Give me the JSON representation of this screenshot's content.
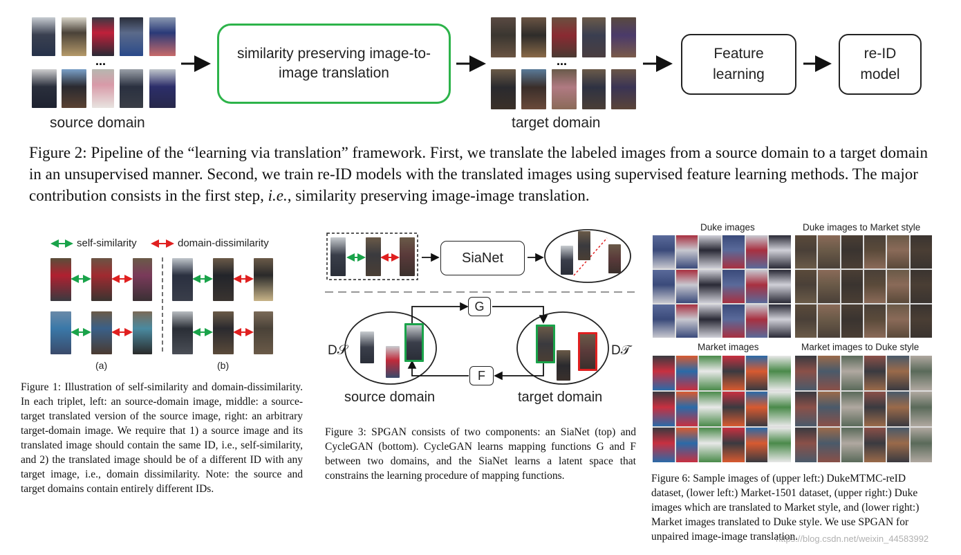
{
  "fig2": {
    "translation_box": "similarity preserving image-to-image translation",
    "feature_box": "Feature learning",
    "reid_box": "re-ID model",
    "source_label": "source domain",
    "target_label": "target domain",
    "ellipsis": "...",
    "caption": {
      "prefix": "Figure 2: Pipeline of the “learning via translation” framework. First, we translate the labeled images from a source domain to a target domain in an unsupervised manner. Second, we train re-ID models with the translated images using supervised feature learning methods. The major contribution consists in the first step, ",
      "ie": "i.e.",
      "suffix": ", similarity preserving image-image translation."
    }
  },
  "fig1": {
    "legend_self": "self-similarity",
    "legend_domain": "domain-dissimilarity",
    "label_a": "(a)",
    "label_b": "(b)",
    "caption": "Figure 1:  Illustration of self-similarity and domain-dissimilarity. In each triplet, left: an source-domain image, middle: a source-target translated version of the source image, right: an arbitrary target-domain image. We require that 1) a source image and its translated image should contain the same ID, i.e., self-similarity, and 2) the translated image should be of a different ID with any target image, i.e., domain dissimilarity. Note: the source and target domains contain entirely different IDs."
  },
  "fig3": {
    "sianet": "SiaNet",
    "g_box": "G",
    "f_box": "F",
    "ds": "D𝒮",
    "dt": "D𝒯",
    "source_label": "source domain",
    "target_label": "target domain",
    "caption": "Figure 3: SPGAN consists of two components: an SiaNet (top) and CycleGAN (bottom). CycleGAN learns mapping functions G and F between two domains, and the SiaNet learns a latent space that constrains the learning procedure of mapping functions."
  },
  "fig6": {
    "duke_images": "Duke images",
    "duke_to_market": "Duke images to Market style",
    "market_images": "Market images",
    "market_to_duke": "Market images to Duke style",
    "caption": "Figure 6: Sample images of (upper left:) DukeMTMC-reID dataset, (lower left:) Market-1501 dataset, (upper right:) Duke images which are translated to Market style, and (lower right:) Market images translated to Duke style. We use SPGAN for unpaired image-image translation.",
    "watermark": "https://blog.csdn.net/weixin_44583992"
  },
  "colors": {
    "green": "#1aa34a",
    "red": "#e02020",
    "box_green": "#2db34a"
  }
}
